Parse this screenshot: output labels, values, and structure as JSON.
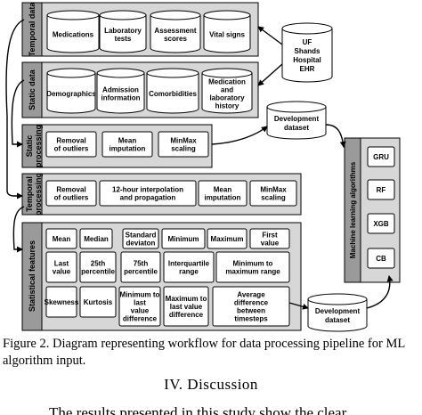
{
  "sections": {
    "temporal_data": {
      "title": "Temporal data",
      "items": [
        "Medications",
        "Laboratory\ntests",
        "Assessment\nscores",
        "Vital signs"
      ]
    },
    "static_data": {
      "title": "Static data",
      "items": [
        "Demographics",
        "Admission\ninformation",
        "Comorbidities",
        "Medication\nand\nlaboratory\nhistory"
      ]
    },
    "static_processing": {
      "title": "Static\nprocessing",
      "items": [
        "Removal\nof outliers",
        "Mean\nimputation",
        "MinMax\nscaling"
      ]
    },
    "temporal_processing": {
      "title": "Temporal\nprocessing",
      "items": [
        "Removal\nof outliers",
        "12-hour interpolation\nand propagation",
        "Mean\nimputation",
        "MinMax\nscaling"
      ]
    },
    "statistical_features": {
      "title": "Statistical features",
      "items": [
        "Mean",
        "Median",
        "Standard\ndeviaton",
        "Minimum",
        "Maximum",
        "First\nvalue",
        "Last\nvalue",
        "25th\npercentile",
        "75th\npercentile",
        "Interquartile\nrange",
        "Minimum to\nmaximum range",
        "Skewness",
        "Kurtosis",
        "Minimum to\nlast\nvalue\ndifference",
        "Maximum to\nlast value\ndifference",
        "Average\ndifference\nbetween\ntimesteps"
      ]
    },
    "ml_algorithms": {
      "title": "Machine learning algorithms",
      "items": [
        "GRU",
        "RF",
        "XGB",
        "CB"
      ]
    }
  },
  "databases": {
    "ehr": "UF\nShands\nHospital\nEHR",
    "dev_top": "Development\ndataset",
    "dev_bottom": "Development\ndataset"
  },
  "caption": "Figure 2.  Diagram representing workflow for data processing pipeline for ML algorithm input.",
  "heading": "IV.   Discussion",
  "body_text": "The results presented in this study show the clear"
}
